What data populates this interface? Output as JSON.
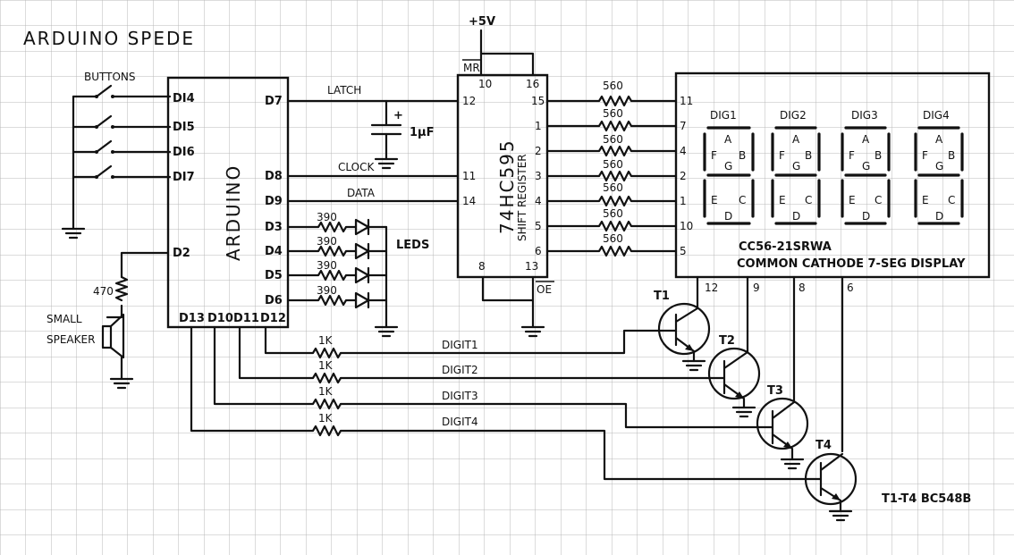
{
  "title": "ARDUINO SPEDE",
  "supply": "+5V",
  "buttons_label": "BUTTONS",
  "arduino": {
    "name": "ARDUINO",
    "pins_left": [
      "DI4",
      "DI5",
      "DI6",
      "DI7",
      "D2"
    ],
    "pins_right": [
      "D7",
      "D8",
      "D9",
      "D3",
      "D4",
      "D5",
      "D6"
    ],
    "pins_bottom": [
      "D13",
      "D10",
      "D11",
      "D12"
    ]
  },
  "signals": {
    "latch": "LATCH",
    "clock": "CLOCK",
    "data": "DATA"
  },
  "capacitor": {
    "value": "1μF",
    "polarity": "+"
  },
  "leds_label": "LEDS",
  "led_resistor": "390",
  "speaker": {
    "resistor": "470",
    "label_line1": "SMALL",
    "label_line2": "SPEAKER"
  },
  "shift_register": {
    "name": "74HC595",
    "subtitle": "SHIFT REGISTER",
    "mr": "MR",
    "oe": "OE",
    "pins_top": [
      "10",
      "16"
    ],
    "pins_left": [
      "12",
      "11",
      "14"
    ],
    "pins_right": [
      "15",
      "1",
      "2",
      "3",
      "4",
      "5",
      "6"
    ],
    "pins_bottom": [
      "8",
      "13"
    ]
  },
  "segment_resistor": "560",
  "display": {
    "pins_left": [
      "11",
      "7",
      "4",
      "2",
      "1",
      "10",
      "5"
    ],
    "digits": [
      "DIG1",
      "DIG2",
      "DIG3",
      "DIG4"
    ],
    "segment_letters": [
      "A",
      "F",
      "B",
      "G",
      "E",
      "C",
      "D"
    ],
    "part": "CC56-21SRWA",
    "description": "COMMON CATHODE 7-SEG DISPLAY",
    "pins_bottom": [
      "12",
      "9",
      "8",
      "6"
    ]
  },
  "base_resistor": "1K",
  "digit_nets": [
    "DIGIT1",
    "DIGIT2",
    "DIGIT3",
    "DIGIT4"
  ],
  "transistors": [
    "T1",
    "T2",
    "T3",
    "T4"
  ],
  "transistor_note": "T1-T4 BC548B"
}
